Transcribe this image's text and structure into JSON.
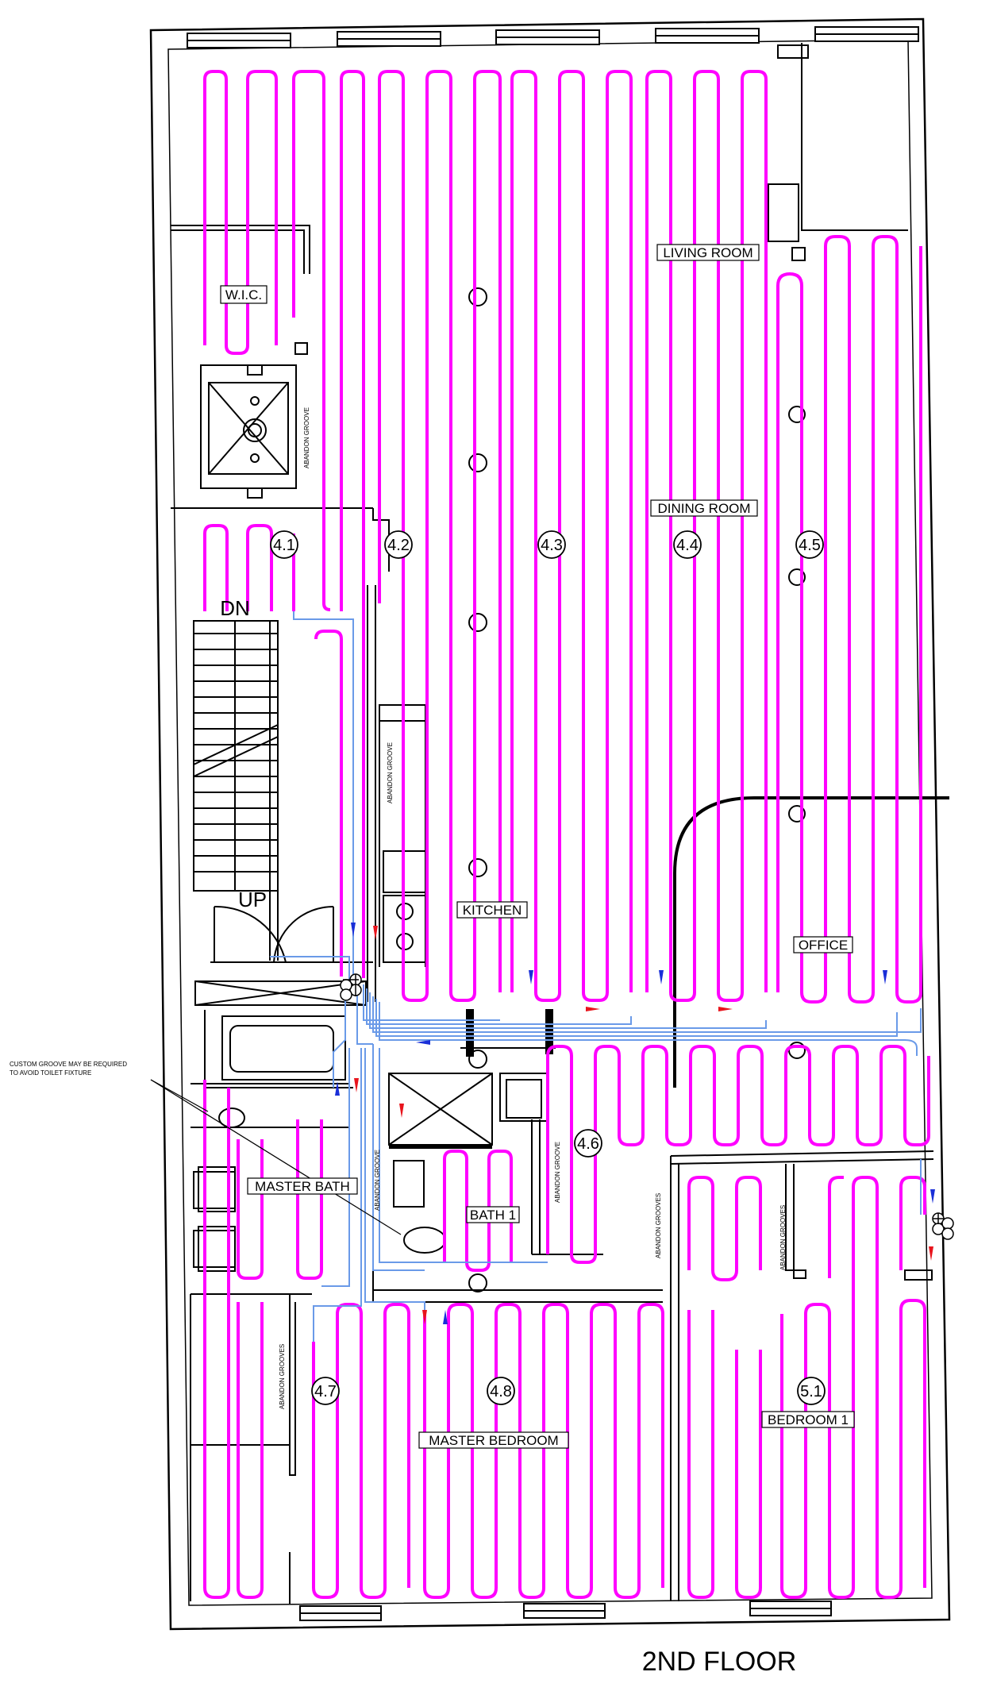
{
  "floor_title": "2ND FLOOR",
  "rooms": {
    "wic": "W.I.C.",
    "living": "LIVING ROOM",
    "dining": "DINING ROOM",
    "kitchen": "KITCHEN",
    "office": "OFFICE",
    "master_bath": "MASTER BATH",
    "bath1": "BATH 1",
    "master_bedroom": "MASTER BEDROOM",
    "bedroom1": "BEDROOM 1"
  },
  "stairs": {
    "down": "DN",
    "up": "UP"
  },
  "zones": {
    "z41": "4.1",
    "z42": "4.2",
    "z43": "4.3",
    "z44": "4.4",
    "z45": "4.5",
    "z46": "4.6",
    "z47": "4.7",
    "z48": "4.8",
    "z51": "5.1"
  },
  "notes": {
    "abandon_groove": "ABANDON GROOVE",
    "abandon_grooves": "ABANDON GROOVES",
    "custom_groove_1": "CUSTOM GROOVE MAY BE REQUIRED",
    "custom_groove_2": "TO AVOID TOILET FIXTURE"
  },
  "colors": {
    "heating_loop": "#ff00ff",
    "supply_line": "#6a9ae8",
    "arrow_red": "#e8141c",
    "arrow_blue": "#1a2fd8",
    "walls": "#000000"
  }
}
